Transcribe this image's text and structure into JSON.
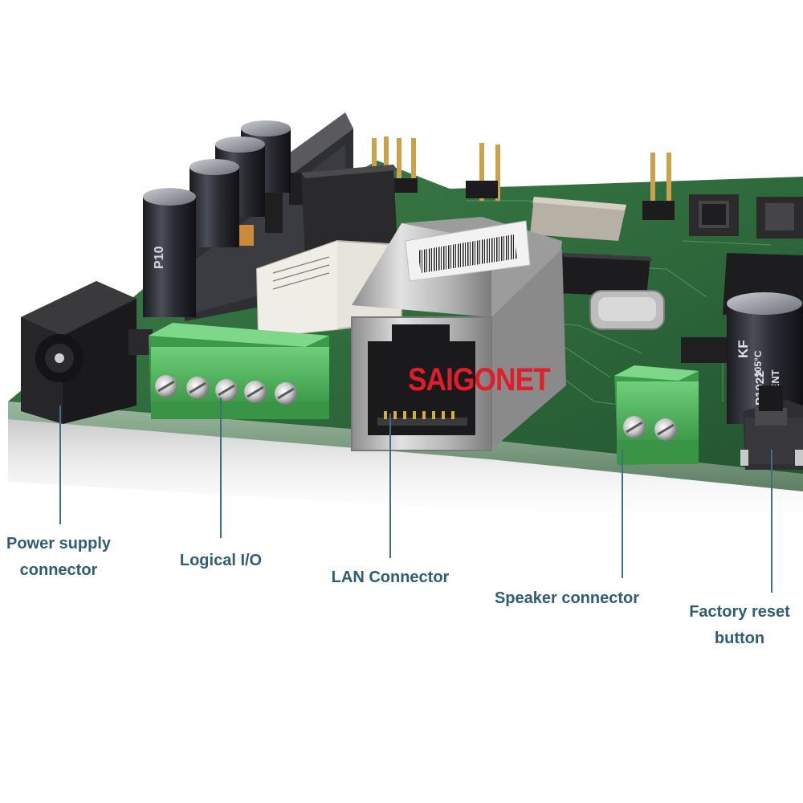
{
  "watermark": "SAIGONET",
  "labels": {
    "power_supply": [
      "Power supply",
      "connector"
    ],
    "logical_io": "Logical I/O",
    "lan_connector": "LAN Connector",
    "speaker_connector": "Speaker connector",
    "factory_reset": [
      "Factory reset",
      "button"
    ]
  },
  "component_markings": {
    "capacitor_right": [
      "KF",
      "105°C",
      "P1022",
      "VENT"
    ],
    "capacitor_left": [
      "P10"
    ]
  },
  "colors": {
    "pcb_green": "#2f6b3c",
    "terminal_green": "#4fb85c",
    "label_blue": "#2f5e73",
    "watermark_red": "#e11d2a"
  }
}
